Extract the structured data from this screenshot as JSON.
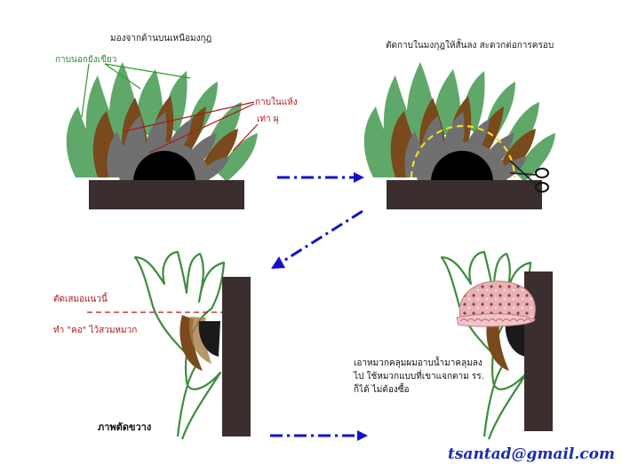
{
  "labels": {
    "top_view_title": "มองจากด้านบนเหนือมงกุฎ",
    "outer_petals": "กาบนอกยังเขียว",
    "inner_petals_line1": "กาบในแห้ง",
    "inner_petals_line2": "เท่า ผุ",
    "cut_title": "ตัดกาบในมงกุฎให้สั้นลง สะดวกต่อการครอบ",
    "cut_line_label": "ตัดเสมอแนวนี้",
    "neck_label": "ทำ \"คอ\" ไว้สวมหมวก",
    "cap_note": "เอาหมวกคลุมผมอาบน้ำมาคลุมลงไป ใช้หมวกแบบที่เขาแจกตาม รร. ก็ได้ ไม่ต้องซื้อ",
    "cross_section": "ภาพตัดขวาง",
    "email": "tsantad@gmail.com"
  },
  "colors": {
    "green_petal": "#5fa86a",
    "brown_petal": "#7a4a1c",
    "grey_petal": "#707070",
    "stem_base": "#3b2e2e",
    "arrow": "#1212c8",
    "cut_circle": "#f0e020",
    "green_line": "#2e9a2e",
    "red_line": "#b01818",
    "cap_pink": "#e8a8ae"
  },
  "icons": [
    "scissors-icon",
    "shower-cap-icon"
  ]
}
